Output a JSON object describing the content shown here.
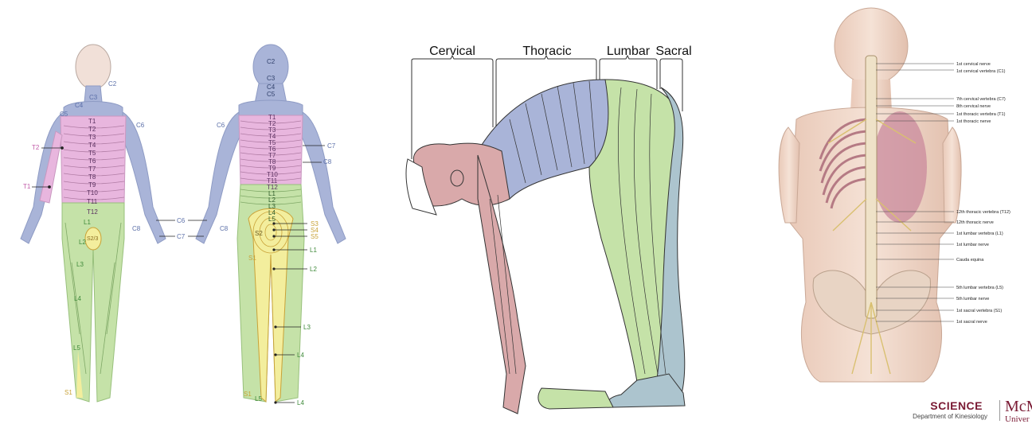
{
  "colors": {
    "cervical": "#a9b4d8",
    "thoracic": "#e8b6de",
    "lumbar": "#c5e2a8",
    "sacral": "#f3ee9d",
    "skin": "#f1e0d8",
    "arm_red": "#d9a9aa",
    "bend_blue": "#acc4ce",
    "label_blue": "#5b6fa8",
    "label_pink": "#c05aa8",
    "label_green": "#3f8a3a",
    "label_yellow": "#c9a238"
  },
  "front_labels": {
    "c2": "C2",
    "c3": "C3",
    "c4": "C4",
    "c5": "C5",
    "c6": "C6",
    "t1": "T1",
    "t2": "T2",
    "t3": "T3",
    "t4": "T4",
    "t5": "T5",
    "t6": "T6",
    "t7": "T7",
    "t8": "T8",
    "t9": "T9",
    "t10": "T10",
    "t11": "T11",
    "t12": "T12",
    "t2_side": "T2",
    "t1_side": "T1",
    "l1": "L1",
    "l2": "L2",
    "l3": "L3",
    "l4": "L4",
    "l5": "L5",
    "s23": "S2/3",
    "s1": "S1",
    "c8": "C8"
  },
  "back_labels": {
    "c2": "C2",
    "c3": "C3",
    "c4": "C4",
    "c5": "C5",
    "c6": "C6",
    "c7": "C7",
    "c8": "C8",
    "t1": "T1",
    "t2": "T2",
    "t3": "T3",
    "t4": "T4",
    "t5": "T5",
    "t6": "T6",
    "t7": "T7",
    "t8": "T8",
    "t9": "T9",
    "t10": "T10",
    "t11": "T11",
    "t12": "T12",
    "l1": "L1",
    "l2": "L2",
    "l3": "L3",
    "l4": "L4",
    "l5": "L5",
    "s1": "S1",
    "s2": "S2",
    "s3": "S3",
    "s4": "S4",
    "s5": "S5",
    "c6_mid": "C6",
    "c7_mid": "C7",
    "c8_side": "C8",
    "l1_leg": "L1",
    "l2_leg": "L2",
    "l3_leg": "L3",
    "l4_leg": "L4",
    "l4_foot": "L4",
    "l5_foot": "L5",
    "s1_foot": "S1"
  },
  "bend": {
    "cervical": "Cervical",
    "thoracic": "Thoracic",
    "lumbar": "Lumbar",
    "sacral": "Sacral"
  },
  "spine_labels": [
    "1st cervical nerve",
    "1st cervical vertebra (C1)",
    "7th cervical vertebra (C7)",
    "8th cervical nerve",
    "1st thoracic vertebra (T1)",
    "1st thoracic nerve",
    "12th thoracic vertebra (T12)",
    "12th thoracic nerve",
    "1st lumbar vertebra (L1)",
    "1st lumbar nerve",
    "Cauda equina",
    "5th lumbar vertebra (L5)",
    "5th lumbar nerve",
    "1st sacral vertebra (S1)",
    "1st sacral nerve"
  ],
  "footer": {
    "science": "SCIENCE",
    "department": "Department of Kinesiology",
    "mcm": "McM",
    "univ": "Univer"
  }
}
